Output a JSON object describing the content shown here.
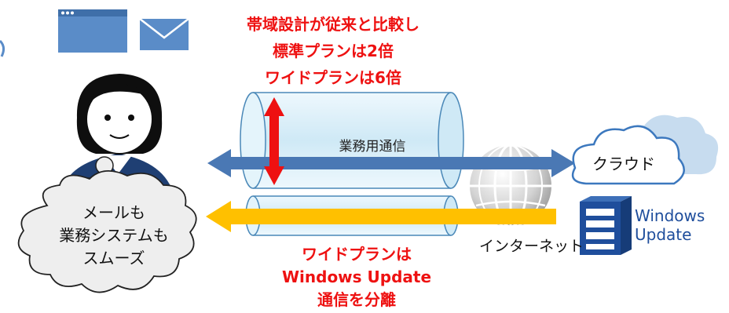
{
  "headline": {
    "line1": "帯域設計が従来と比較し",
    "line2": "標準プランは2倍",
    "line3": "ワイドプランは6倍"
  },
  "business_traffic_label": "業務用通信",
  "cloud_label": "クラウド",
  "internet_label": "インターネット",
  "windows_update_label": {
    "line1": "Windows",
    "line2": "Update"
  },
  "thought_bubble": {
    "line1": "メールも",
    "line2": "業務システムも",
    "line3": "スムーズ"
  },
  "separation_note": {
    "line1": "ワイドプランは",
    "line2": "Windows Update",
    "line3": "通信を分離"
  },
  "colors": {
    "accent_red": "#ee1111",
    "pipe_fill": "#daeef8",
    "pipe_stroke": "#4a88b8",
    "blue_arrow": "#4a78b4",
    "yellow_arrow": "#ffc000",
    "cloud_stroke": "#3c78be",
    "server_blue": "#1f4e9c"
  },
  "icons": [
    "browser-window-icon",
    "mail-icon",
    "person-icon",
    "globe-icon",
    "cloud-icon",
    "server-icon"
  ]
}
